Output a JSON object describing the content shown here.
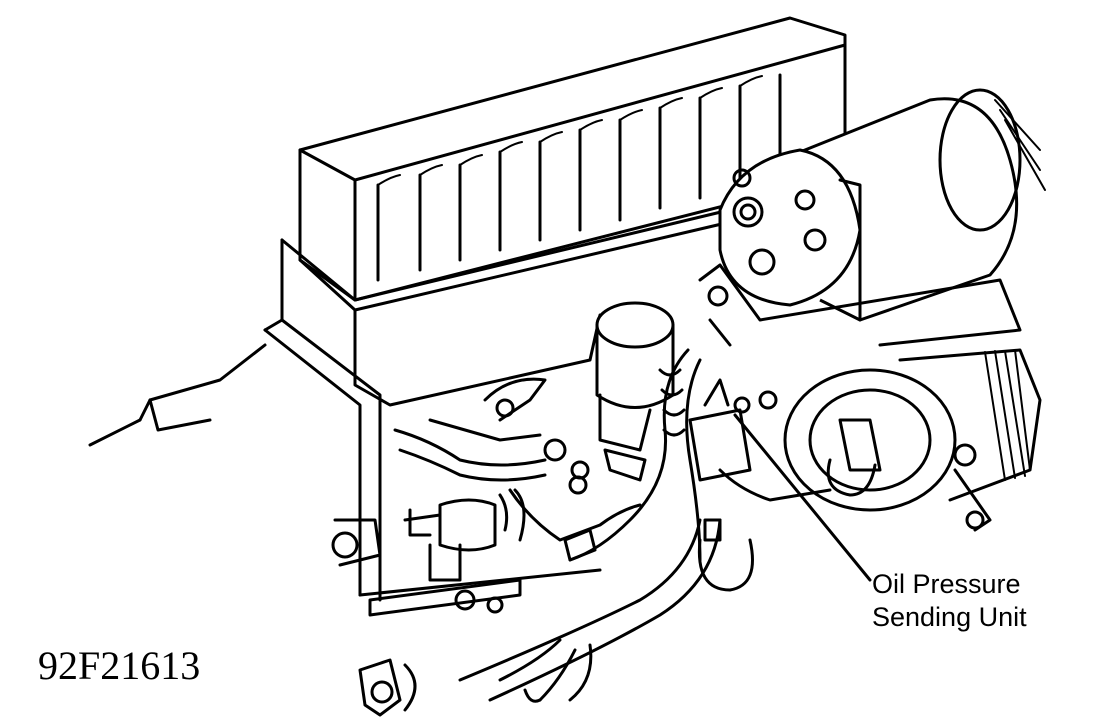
{
  "diagram": {
    "callout": {
      "line1": "Oil Pressure",
      "line2": "Sending Unit"
    },
    "figure_id": "92F21613"
  }
}
